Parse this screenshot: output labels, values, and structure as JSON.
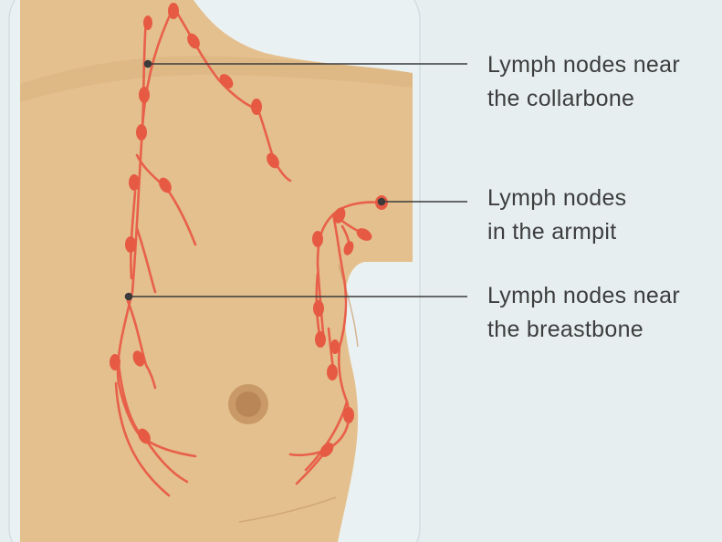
{
  "colors": {
    "background": "#e6eef0",
    "panel": "#e9f0f2",
    "skin": "#e4c08e",
    "skin_shadow": "#d9b37f",
    "vessel": "#e8604a",
    "node": "#e65a43",
    "pointer": "#3b3b3b",
    "nipple": "#c99a68"
  },
  "labels": {
    "collarbone": {
      "line1": "Lymph nodes near",
      "line2": "the collarbone"
    },
    "armpit": {
      "line1": "Lymph nodes",
      "line2": "in the armpit"
    },
    "breastbone": {
      "line1": "Lymph nodes near",
      "line2": "the breastbone"
    }
  }
}
